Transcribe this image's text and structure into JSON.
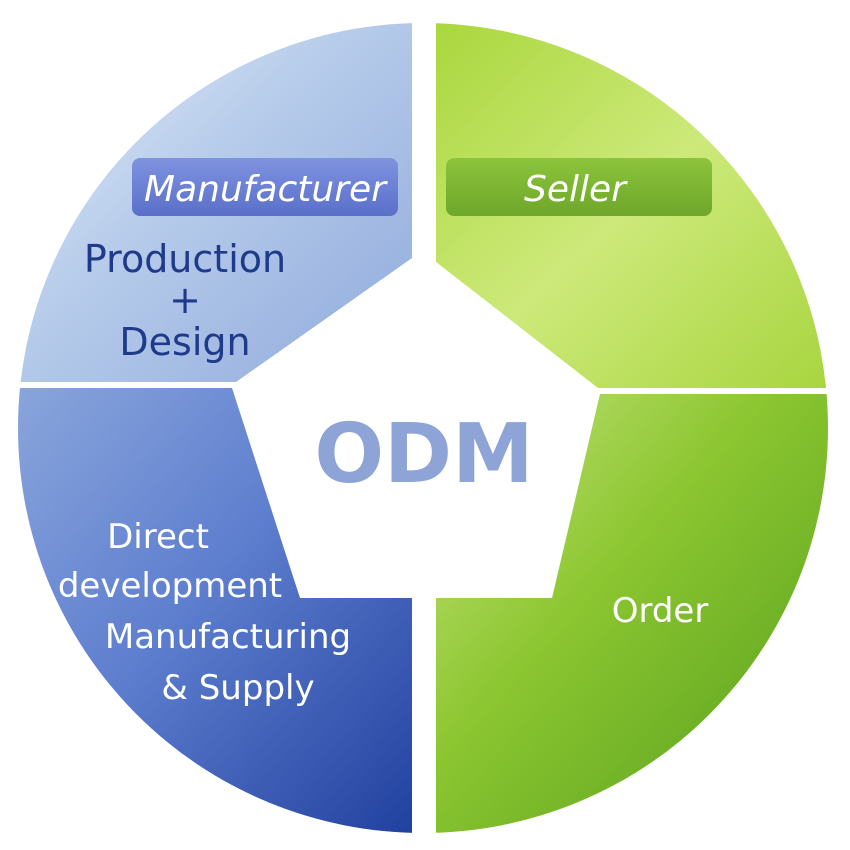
{
  "center": {
    "label": "ODM"
  },
  "manufacturer": {
    "badge": "Manufacturer",
    "lines": [
      "Production",
      "+",
      "Design"
    ]
  },
  "seller": {
    "badge": "Seller"
  },
  "direct": {
    "lines": [
      "Direct",
      "development",
      "Manufacturing",
      "& Supply"
    ]
  },
  "order": {
    "label": "Order"
  },
  "colors": {
    "blue_light": "#c9d9f0",
    "blue_mid": "#8aa6d8",
    "blue_dark": "#2a4aa6",
    "green_light": "#c4e45a",
    "green_mid": "#9bcc2e",
    "green_dark": "#4f9a1a",
    "badge_blue": "#6a7fd6",
    "badge_green": "#7fb832",
    "text_navy": "#1f3a8a",
    "center_text": "#8ea4d6"
  }
}
